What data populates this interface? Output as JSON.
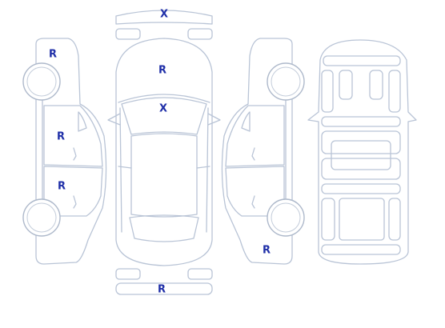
{
  "diagram": {
    "marks": {
      "roof_top": "X",
      "left_front_fender": "R",
      "left_front_door": "R",
      "left_rear_door": "R",
      "hood": "R",
      "windshield": "X",
      "right_rear_quarter": "R",
      "rear_bumper": "R"
    },
    "colors": {
      "outline": "#b9c4d6",
      "mark": "#1f2fa8"
    }
  }
}
